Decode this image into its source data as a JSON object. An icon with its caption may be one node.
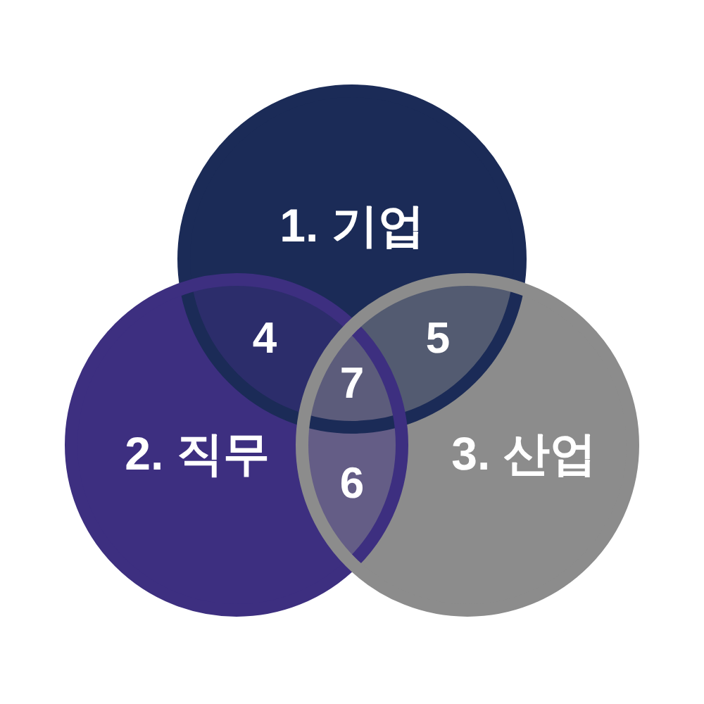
{
  "diagram": {
    "nodes": [
      {
        "text": [
          "1. 기업"
        ]
      },
      {
        "text": [
          "2. 직무"
        ]
      },
      {
        "text": [
          "3. 산업"
        ]
      }
    ],
    "labels": [
      "4",
      "5",
      "7",
      "6"
    ]
  }
}
